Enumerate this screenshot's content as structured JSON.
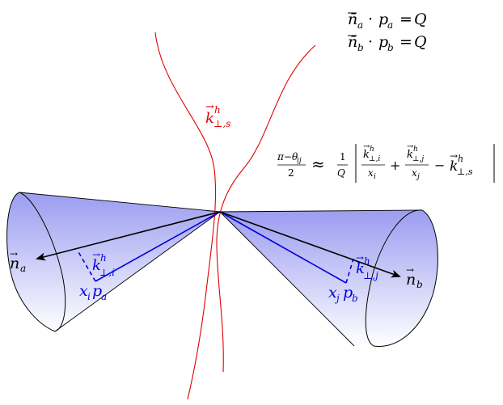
{
  "equations": {
    "eq1": {
      "lhs_bar": "n̄",
      "lhs_sub": "a",
      "dot": "·",
      "p": "p",
      "p_sub": "a",
      "rel": "=",
      "rhs": "Q"
    },
    "eq2": {
      "lhs_bar": "n̄",
      "lhs_sub": "b",
      "dot": "·",
      "p": "p",
      "p_sub": "b",
      "rel": "=",
      "rhs": "Q"
    }
  },
  "angle_formula": {
    "frac_num": "π−θ",
    "frac_num_sub": "ij",
    "frac_den": "2",
    "approx": "≈",
    "coef_num": "1",
    "coef_den": "Q",
    "term1_k": "k",
    "term1_sup": "h",
    "term1_sub": "⊥,i",
    "term1_den": "x",
    "term1_den_sub": "i",
    "plus": "+",
    "term2_k": "k",
    "term2_sup": "h",
    "term2_sub": "⊥,j",
    "term2_den": "x",
    "term2_den_sub": "j",
    "minus": "−",
    "term3_k": "k",
    "term3_sup": "h",
    "term3_sub": "⊥,s"
  },
  "soft_label": {
    "k": "k",
    "sup": "h",
    "sub": "⊥,s"
  },
  "cone_a": {
    "axis_label": "n",
    "axis_sub": "a",
    "kperp": "k",
    "kperp_sup": "h",
    "kperp_sub": "⊥,i",
    "momentum": "x",
    "momentum_sub1": "i",
    "momentum_p": "p",
    "momentum_sub2": "a"
  },
  "cone_b": {
    "axis_label": "n",
    "axis_sub": "b",
    "kperp": "k",
    "kperp_sup": "h",
    "kperp_sub": "⊥,j",
    "momentum": "x",
    "momentum_sub1": "j",
    "momentum_p": "p",
    "momentum_sub2": "b"
  },
  "colors": {
    "soft": "#e00000",
    "collinear": "#0000dd",
    "cone_fill_dark": "#9a9cf0",
    "cone_fill_light": "#ffffff",
    "axis": "#000000"
  }
}
